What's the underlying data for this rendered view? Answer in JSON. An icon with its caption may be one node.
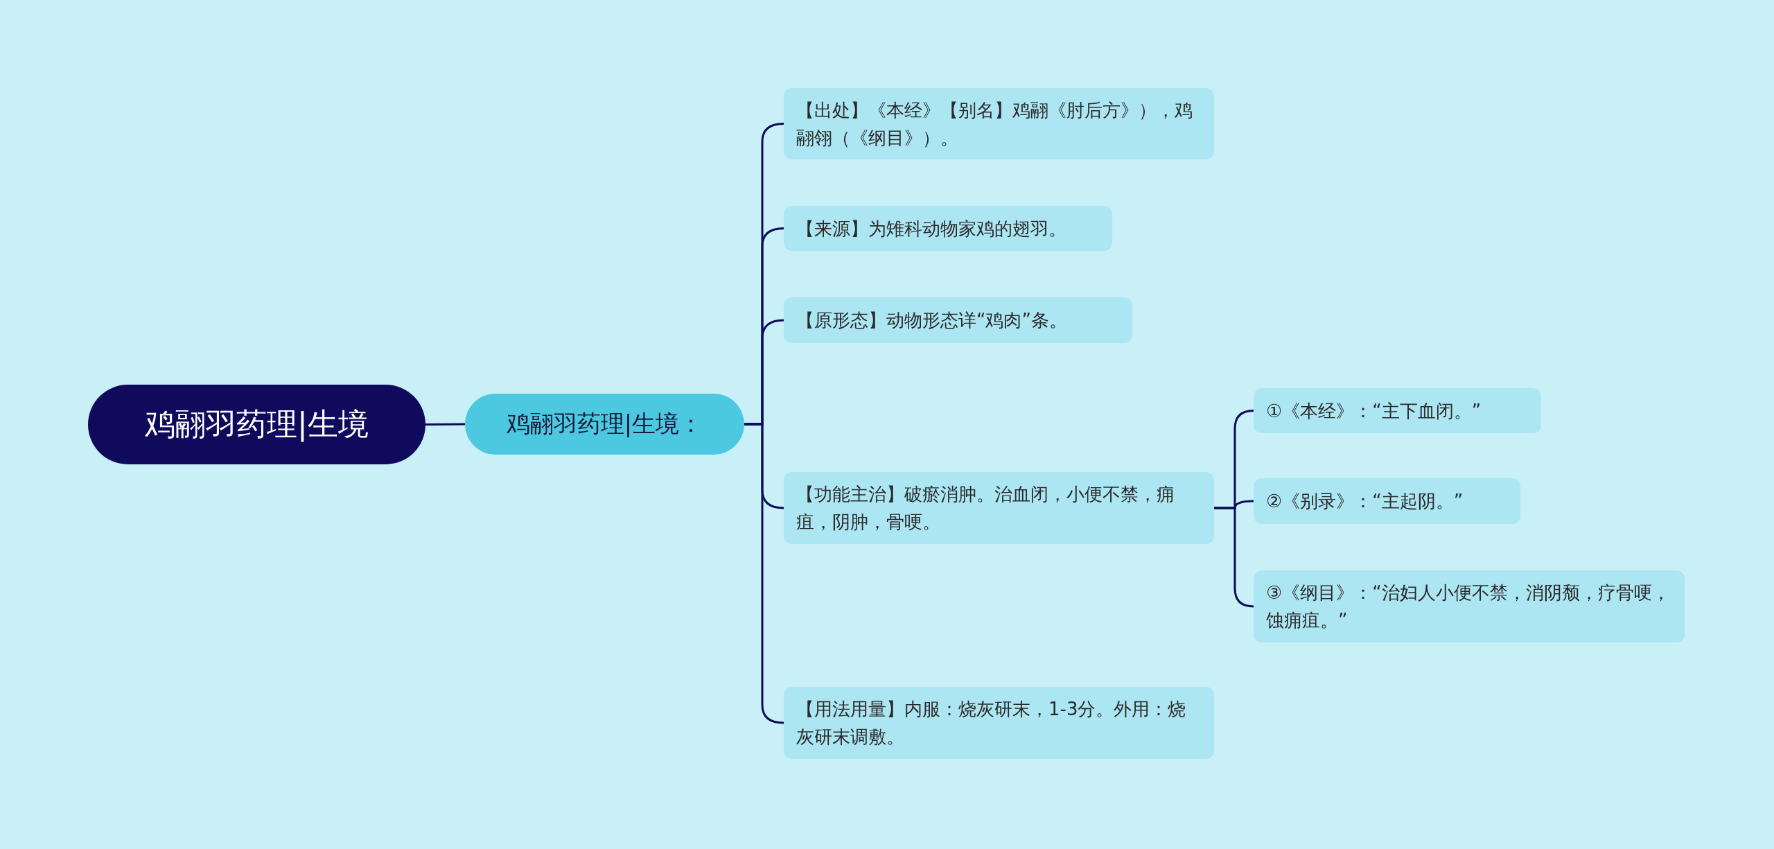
{
  "diagram": {
    "nodes": [
      {
        "text": [
          "鸡翮羽药理|生境"
        ]
      },
      {
        "text": [
          "鸡翮羽药理|生境："
        ]
      },
      {
        "text": [
          "【出处】《本经》【别名】鸡翮《肘后方》），鸡翮翎（《纲目》）。"
        ]
      },
      {
        "text": [
          "【来源】为雉科动物家鸡的翅羽。"
        ]
      },
      {
        "text": [
          "【原形态】动物形态详“鸡肉”条。"
        ]
      },
      {
        "text": [
          "【功能主治】破瘀消肿。治血闭，小便不禁，痈疽，阴肿，骨哽。"
        ]
      },
      {
        "text": [
          "【用法用量】内服：烧灰研末，1-3分。外用：烧灰研末调敷。"
        ]
      },
      {
        "text": [
          "①《本经》：“主下血闭。”"
        ]
      },
      {
        "text": [
          "②《别录》：“主起阴。”"
        ]
      },
      {
        "text": [
          "③《纲目》：“治妇人小便不禁，消阴颓，疗骨哽，蚀痈疽。”"
        ]
      }
    ],
    "edges": [
      {
        "from": 0,
        "to": 1,
        "arrow": "none"
      },
      {
        "from": 1,
        "to": 2,
        "arrow": "none"
      },
      {
        "from": 1,
        "to": 3,
        "arrow": "none"
      },
      {
        "from": 1,
        "to": 4,
        "arrow": "none"
      },
      {
        "from": 1,
        "to": 5,
        "arrow": "none"
      },
      {
        "from": 1,
        "to": 6,
        "arrow": "none"
      },
      {
        "from": 5,
        "to": 7,
        "arrow": "none"
      },
      {
        "from": 5,
        "to": 8,
        "arrow": "none"
      },
      {
        "from": 5,
        "to": 9,
        "arrow": "none"
      }
    ]
  }
}
